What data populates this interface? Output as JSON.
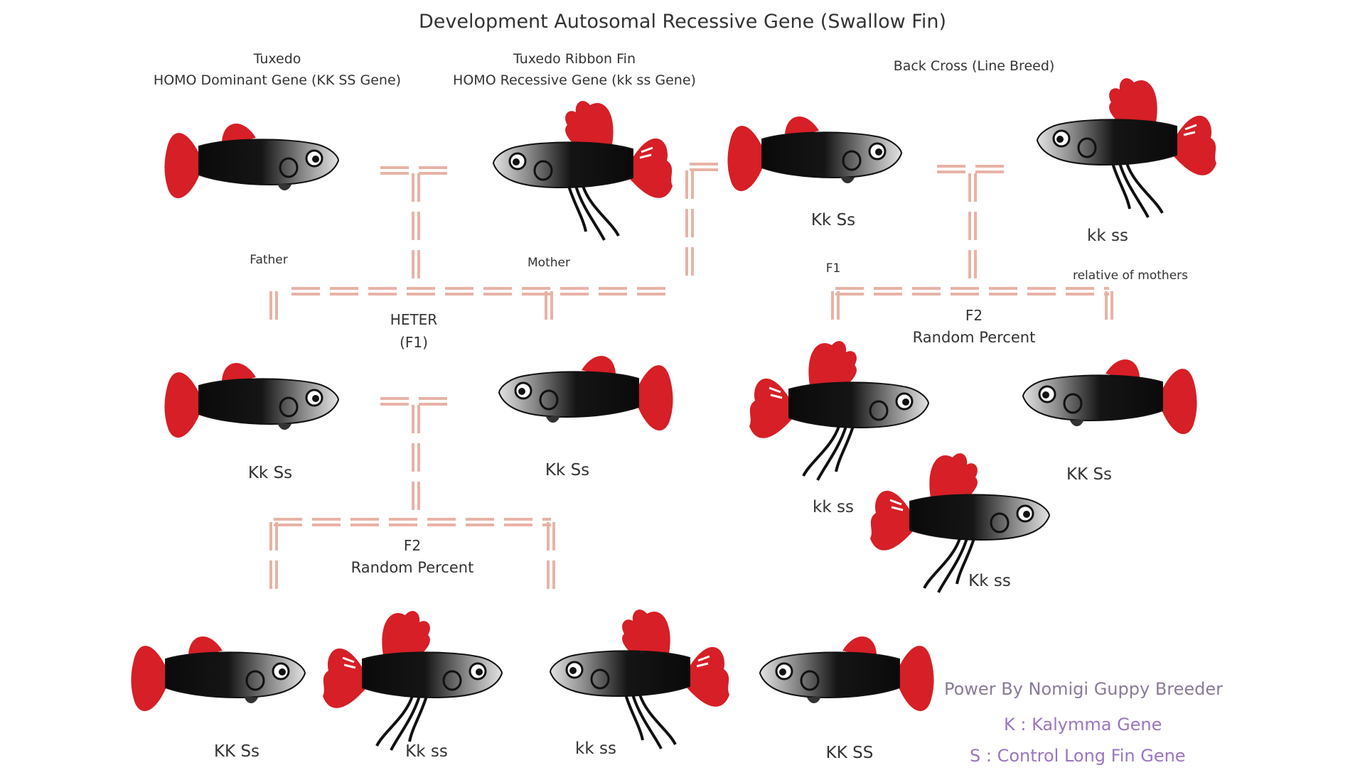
{
  "title": "Development Autosomal Recessive Gene (Swallow Fin)",
  "parents": {
    "father_name": "Tuxedo",
    "father_gene": "HOMO Dominant Gene (KK SS Gene)",
    "mother_name": "Tuxedo Ribbon Fin",
    "mother_gene": "HOMO Recessive Gene (kk ss Gene)",
    "father_label": "Father",
    "mother_label": "Mother"
  },
  "f1": {
    "label_line1": "HETER",
    "label_line2": "(F1)",
    "fish_left": "Kk Ss",
    "fish_right": "Kk Ss"
  },
  "f2_left": {
    "label_line1": "F2",
    "label_line2": "Random Percent",
    "offspring": [
      "KK Ss",
      "Kk ss",
      "kk ss",
      "KK SS"
    ]
  },
  "backcross": {
    "title": "Back Cross (Line Breed)",
    "parent_left": "Kk Ss",
    "parent_right": "kk ss",
    "f1_label": "F1",
    "relative_label": "relative of mothers",
    "f2_line1": "F2",
    "f2_line2": "Random Percent",
    "offspring": [
      "kk ss",
      "KK Ss",
      "Kk ss"
    ]
  },
  "credit": "Power By Nomigi Guppy Breeder",
  "legend": {
    "k": "K : Kalymma Gene",
    "s": "S : Control Long Fin Gene"
  },
  "colors": {
    "fin_red": "#d61f26",
    "body_black": "#111111",
    "connector": "#e8b2a6",
    "legend_purple": "#9a76c0"
  }
}
